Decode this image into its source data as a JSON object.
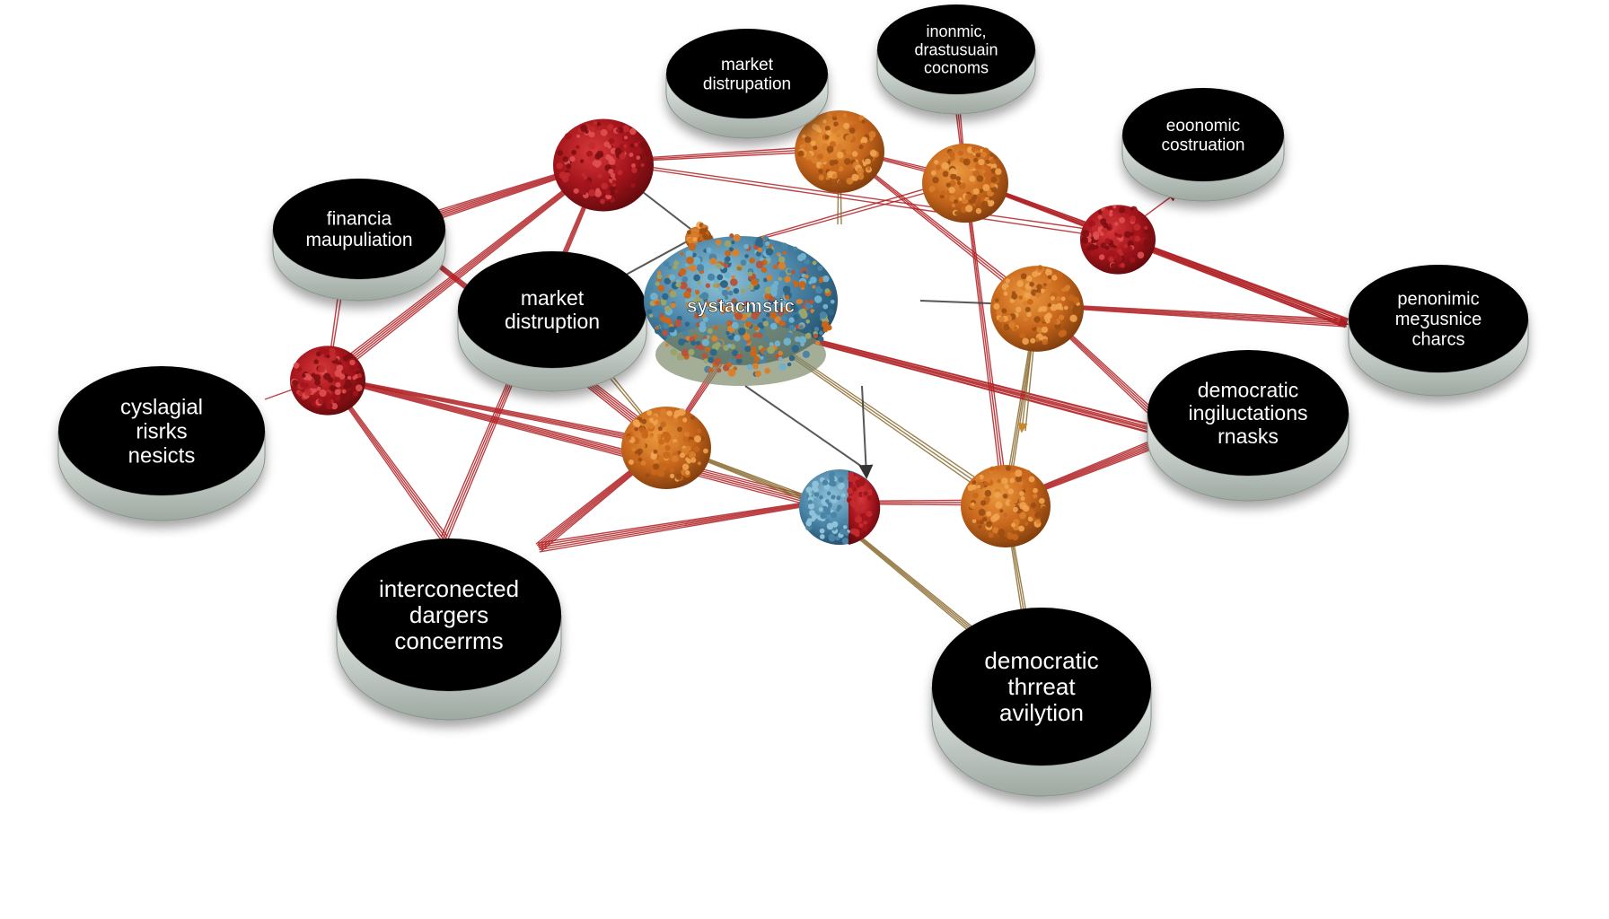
{
  "discs": [
    {
      "id": "d1",
      "lines": [
        "market",
        "distrupation"
      ]
    },
    {
      "id": "d2",
      "lines": [
        "inonmic,",
        "drastusuain",
        "cocnoms"
      ]
    },
    {
      "id": "d3",
      "lines": [
        "eoonomic",
        "costruation"
      ]
    },
    {
      "id": "d4",
      "lines": [
        "financia",
        "maupuliation"
      ]
    },
    {
      "id": "d5",
      "lines": [
        "market",
        "distruption"
      ]
    },
    {
      "id": "d6",
      "lines": [
        "penonimic",
        "meʒusnice",
        "charcs"
      ]
    },
    {
      "id": "d7",
      "lines": [
        "cyslagial",
        "risrks",
        "nesicts"
      ]
    },
    {
      "id": "d8",
      "lines": [
        "democratic",
        "ingiluctations",
        "rnasks"
      ]
    },
    {
      "id": "d9",
      "lines": [
        "interconected",
        "dargers",
        "concerrms"
      ]
    },
    {
      "id": "d10",
      "lines": [
        "democratic",
        "thrreat",
        "avilytion"
      ]
    }
  ],
  "hub": {
    "label": "systacmstic"
  },
  "colors": {
    "disc_top": "#050505",
    "disc_side": "#cdd6cf",
    "edge_red": "#b01e22",
    "edge_gold": "#8a6a2e",
    "edge_dark": "#3a3a3a",
    "cluster_red": "#a3141b",
    "cluster_orange": "#c8671c",
    "cluster_blue": "#4a84a6"
  }
}
